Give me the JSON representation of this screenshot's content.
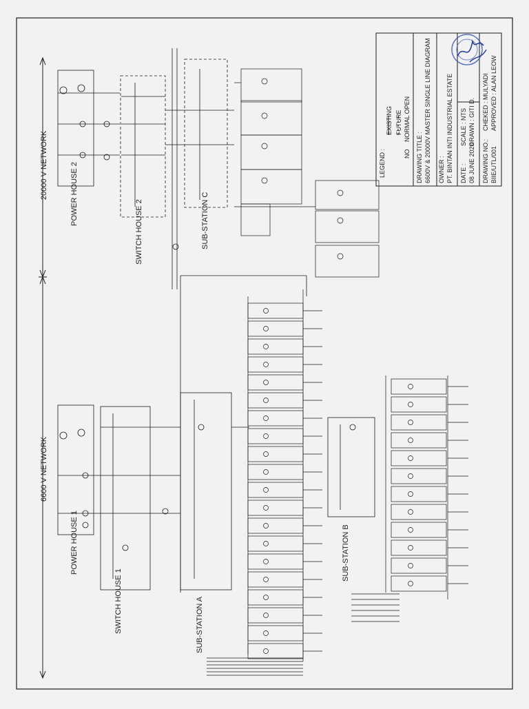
{
  "network_labels": {
    "network_20kv": "20000 V NETWORK",
    "network_6600v": "6600 V NETWORK"
  },
  "stations": {
    "power_house_1": "POWER HOUSE 1",
    "power_house_2": "POWER HOUSE 2",
    "switch_house_1": "SWITCH HOUSE 1",
    "switch_house_2": "SWITCH HOUSE 2",
    "sub_station_a": "SUB-STATION A",
    "sub_station_b": "SUB-STATION B",
    "sub_station_c": "SUB-STATION C"
  },
  "legend": {
    "title": "LEGEND :",
    "existing": "EXISTING",
    "future": "FUTURE",
    "normal_open": "NORMAL OPEN",
    "no": "NO"
  },
  "title_block": {
    "drawing_title_label": "DRAWING TITLE :",
    "drawing_title": "6600V & 20000V MASTER SINGLE LINE DIAGRAM",
    "owner_label": "OWNER :",
    "owner": "PT. BINTAN INTI INDUSTRIAL ESTATE",
    "date_label": "DATE :",
    "date": "08 JUNE 2020",
    "scale": "SCALE : NTS",
    "drawing_no_label": "DRAWING NO.:",
    "drawing_no": "BIIE/UTL/001",
    "drawn": "DRAWN : GITI D.",
    "checked": "CHEKED : MULYADI",
    "approved": "APPROVED : ALAN LEOW"
  },
  "colors": {
    "line": "#1a1a1a",
    "paper": "#f2f2f2",
    "stamp": "#3a55b5",
    "dash": "#555555"
  },
  "icons": [
    "transformer-icon",
    "generator-icon",
    "breaker-icon",
    "stamp-seal-icon",
    "signature-icon"
  ]
}
